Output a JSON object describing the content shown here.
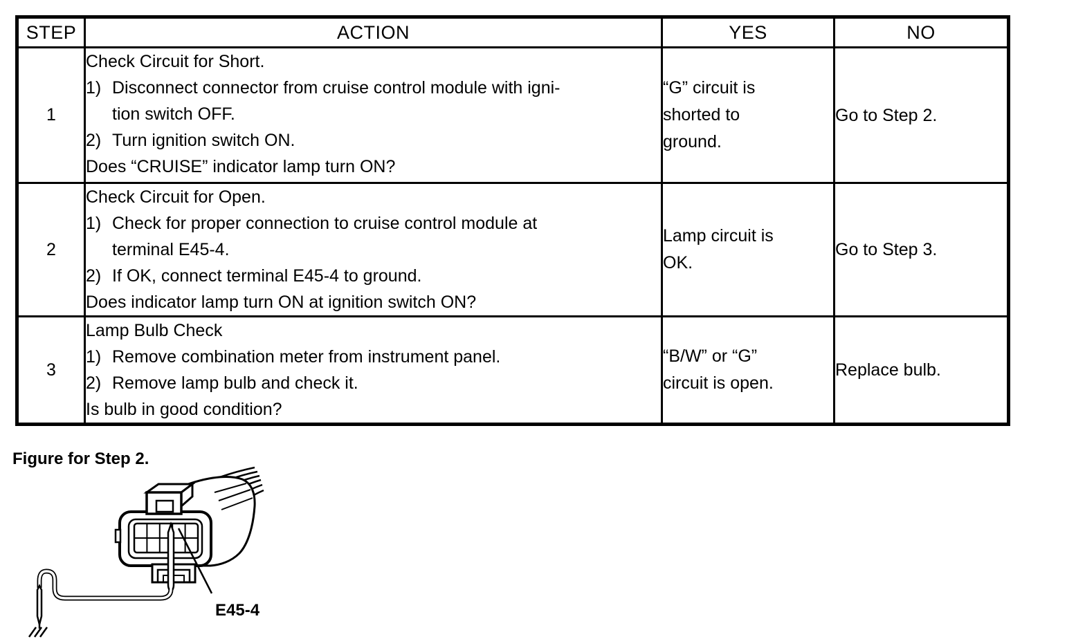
{
  "table": {
    "headers": {
      "step": "STEP",
      "action": "ACTION",
      "yes": "YES",
      "no": "NO"
    },
    "rows": [
      {
        "step": "1",
        "action": {
          "title": "Check Circuit for Short.",
          "items": [
            {
              "num": "1)",
              "lines": [
                "Disconnect connector from cruise control module with igni-",
                "tion switch OFF."
              ]
            },
            {
              "num": "2)",
              "lines": [
                "Turn ignition switch ON."
              ]
            }
          ],
          "question": "Does “CRUISE” indicator lamp turn ON?"
        },
        "yes_lines": [
          "“G” circuit is",
          "shorted to",
          "ground."
        ],
        "no": "Go to Step 2."
      },
      {
        "step": "2",
        "action": {
          "title": "Check Circuit for Open.",
          "items": [
            {
              "num": "1)",
              "lines": [
                "Check for proper connection to cruise control module at",
                "terminal E45-4."
              ]
            },
            {
              "num": "2)",
              "lines": [
                "If OK, connect terminal E45-4 to ground."
              ]
            }
          ],
          "question": "Does indicator lamp turn ON at ignition switch ON?"
        },
        "yes_lines": [
          "Lamp circuit is",
          "OK."
        ],
        "no": "Go to Step 3."
      },
      {
        "step": "3",
        "action": {
          "title": "Lamp Bulb Check",
          "items": [
            {
              "num": "1)",
              "lines": [
                "Remove combination meter from instrument panel."
              ]
            },
            {
              "num": "2)",
              "lines": [
                "Remove lamp bulb and check it."
              ]
            }
          ],
          "question": "Is bulb in good condition?"
        },
        "yes_lines": [
          "“B/W” or “G”",
          "circuit is open."
        ],
        "no": "Replace bulb."
      }
    ]
  },
  "figure": {
    "caption": "Figure for Step 2.",
    "connector_label": "E45-4"
  },
  "colors": {
    "ink": "#000000",
    "paper": "#ffffff"
  }
}
